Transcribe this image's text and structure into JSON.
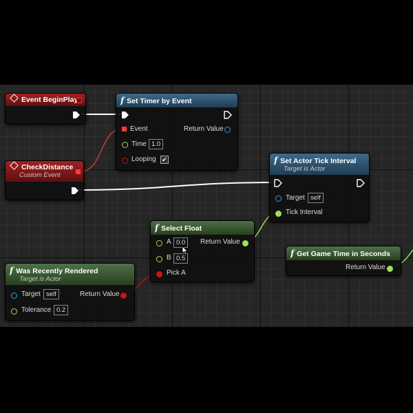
{
  "nodes": {
    "event_begin_play": {
      "title": "Event BeginPlay"
    },
    "check_distance": {
      "title": "CheckDistance",
      "subtitle": "Custom Event"
    },
    "set_timer": {
      "title": "Set Timer by Event",
      "event_label": "Event",
      "return_label": "Return Value",
      "time_label": "Time",
      "time_value": "1.0",
      "looping_label": "Looping",
      "looping_checked": true
    },
    "set_tick": {
      "title": "Set Actor Tick Interval",
      "subtitle": "Target is Actor",
      "target_label": "Target",
      "target_value": "self",
      "tick_label": "Tick Interval"
    },
    "select_float": {
      "title": "Select Float",
      "a_label": "A",
      "a_value": "0.0",
      "b_label": "B",
      "b_value": "0.5",
      "return_label": "Return Value",
      "pick_label": "Pick A"
    },
    "recently_rendered": {
      "title": "Was Recently Rendered",
      "subtitle": "Target is Actor",
      "target_label": "Target",
      "target_value": "self",
      "return_label": "Return Value",
      "tolerance_label": "Tolerance",
      "tolerance_value": "0.2"
    },
    "game_time": {
      "title": "Get Game Time in Seconds",
      "return_label": "Return Value"
    }
  },
  "checkbox_glyph": "✔",
  "icons": {
    "function": "f",
    "exec": "exec-pin-icon",
    "event": "event-diamond-icon"
  },
  "colors": {
    "exec": "#ffffff",
    "float": "#9be25a",
    "bool": "#c81414",
    "object": "#2aa3e6",
    "delegate": "#ff3b3b"
  }
}
